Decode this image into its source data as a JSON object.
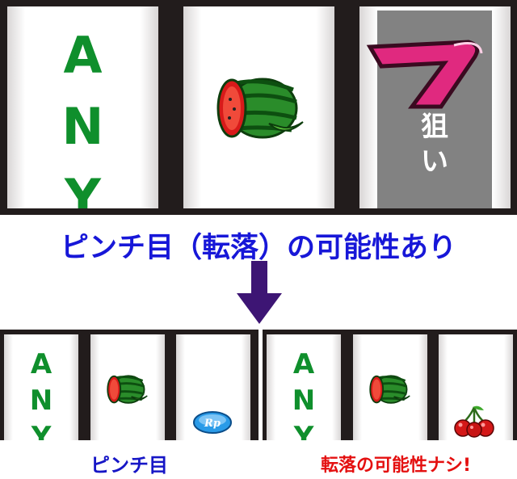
{
  "top_row": {
    "reel1": {
      "symbol": "ANY",
      "letters": [
        "A",
        "N",
        "Y"
      ]
    },
    "reel2": {
      "symbol": "watermelon-icon"
    },
    "reel3": {
      "symbol": "red-seven-icon",
      "seven": "7",
      "note": [
        "狙",
        "い"
      ]
    }
  },
  "main_caption": "ピンチ目（転落）の可能性あり",
  "bottom_left": {
    "reel1": {
      "letters": [
        "A",
        "N",
        "Y"
      ]
    },
    "reel2": {
      "symbol": "watermelon-icon"
    },
    "reel3": {
      "symbol": "replay-icon",
      "replay_label": "Rp"
    },
    "caption": "ピンチ目"
  },
  "bottom_right": {
    "reel1": {
      "letters": [
        "A",
        "N",
        "Y"
      ]
    },
    "reel2": {
      "symbol": "watermelon-icon"
    },
    "reel3": {
      "symbol": "cherry-icon"
    },
    "caption": "転落の可能性ナシ!"
  },
  "colors": {
    "any_green": "#0f8f2c",
    "caption_blue": "#1717d8",
    "caption_red": "#e41010",
    "arrow_purple": "#3d1574",
    "seven_pink": "#e0297f",
    "frame": "#221c1c"
  }
}
